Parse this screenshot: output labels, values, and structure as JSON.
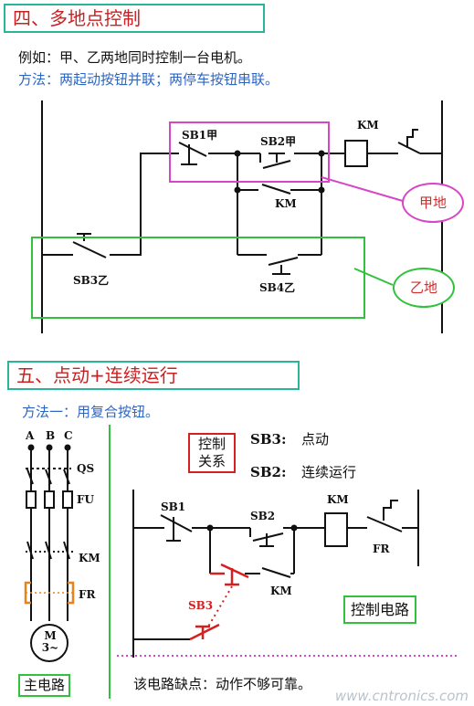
{
  "section4": {
    "title": "四、多地点控制",
    "example": "例如：甲、乙两地同时控制一台电机。",
    "method": "方法：两起动按钮并联；两停车按钮串联。",
    "labels": {
      "sb1": "SB1甲",
      "sb2": "SB2甲",
      "km_coil": "KM",
      "km_contact": "KM",
      "sb3": "SB3乙",
      "sb4": "SB4乙"
    },
    "callout_a": "甲地",
    "callout_b": "乙地"
  },
  "section5": {
    "title": "五、点动+连续运行",
    "method": "方法一：用复合按钮。",
    "relation_box": "控制\n关系",
    "relation_sb3_key": "SB3:",
    "relation_sb3_val": "点动",
    "relation_sb2_key": "SB2:",
    "relation_sb2_val": "连续运行",
    "main": {
      "phase_a": "A",
      "phase_b": "B",
      "phase_c": "C",
      "qs": "QS",
      "fu": "FU",
      "km": "KM",
      "fr": "FR",
      "motor": "M\n3~",
      "caption": "主电路"
    },
    "ctrl": {
      "sb1": "SB1",
      "sb2": "SB2",
      "km_coil": "KM",
      "fr": "FR",
      "km_contact": "KM",
      "sb3": "SB3",
      "caption": "控制电路"
    },
    "defect": "该电路缺点：动作不够可靠。"
  },
  "watermark": "www.cntronics.com",
  "colors": {
    "title_text": "#cc1f1f",
    "title_border": "#2ab59a",
    "method_text": "#2d66c2",
    "magenta": "#d646c6",
    "green": "#32c13c",
    "red": "#d42020"
  }
}
